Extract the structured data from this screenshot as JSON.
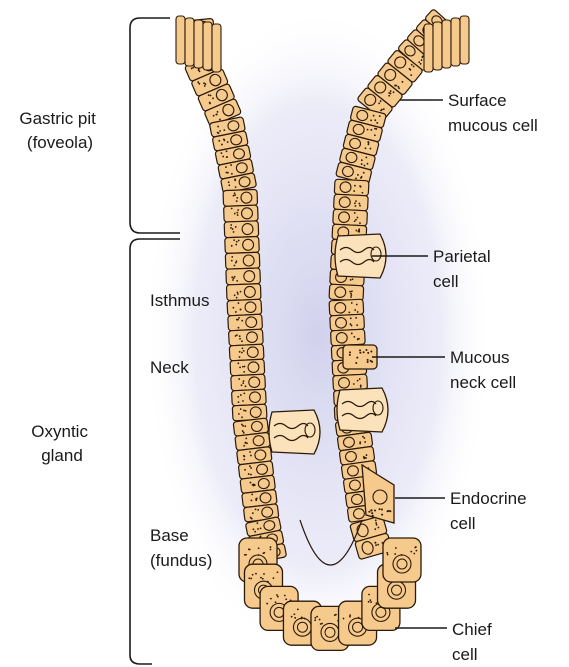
{
  "labels": {
    "gastric_pit": [
      "Gastric pit",
      "(foveola)"
    ],
    "oxyntic_gland": [
      "Oxyntic",
      "gland"
    ],
    "isthmus": "Isthmus",
    "neck": "Neck",
    "base": [
      "Base",
      "(fundus)"
    ],
    "surface_mucous_cell": [
      "Surface",
      "mucous cell"
    ],
    "parietal_cell": [
      "Parietal",
      "cell"
    ],
    "mucous_neck_cell": [
      "Mucous",
      "neck cell"
    ],
    "endocrine_cell": [
      "Endocrine",
      "cell"
    ],
    "chief_cell": [
      "Chief",
      "cell"
    ]
  },
  "colors": {
    "cell_fill": "#f6c98c",
    "cell_stroke": "#2a1a0a",
    "parietal_fill": "#fbe2bb",
    "lumen_shadow": "#c9c9ea",
    "text": "#1a1a1a"
  }
}
